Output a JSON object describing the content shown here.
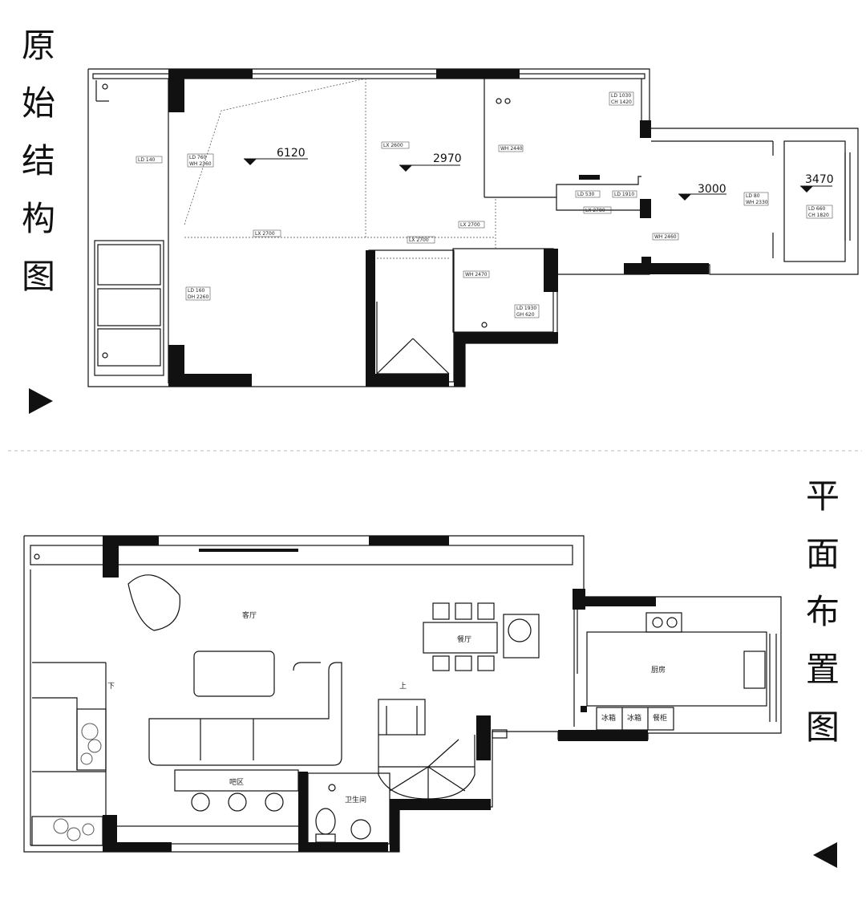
{
  "top_title": [
    "原",
    "始",
    "结",
    "构",
    "图"
  ],
  "bottom_title": [
    "平",
    "面",
    "布",
    "置",
    "图"
  ],
  "heights": [
    "6120",
    "2970",
    "3000",
    "3470"
  ],
  "rooms": {
    "living": "客厅",
    "dining": "餐厅",
    "kitchen": "厨房",
    "bath": "卫生间",
    "bar": "吧区",
    "fridge1": "冰箱",
    "fridge2": "冰箱",
    "cabinet": "餐柜",
    "up": "上",
    "down": "下"
  },
  "tags": {
    "ld140": "LD  140",
    "ld760": "LD   760",
    "wh2360": "WH  2360",
    "lx2600": "LX  2600",
    "wh2440": "WH  2440",
    "ld1030": "LD  1030",
    "ch1420": "CH  1420",
    "ld530": "LD   530",
    "ld1910": "LD  1910",
    "lx2780": "LX  2780",
    "ld80": "LD    80",
    "wh2330": "WH  2330",
    "ld660": "LD   660",
    "ch1820": "CH  1820",
    "lx2700a": "LX  2700",
    "lx2700b": "LX  2700",
    "lx2700c": "LX  2700",
    "wh2460": "WH  2460",
    "ld160": "LD   160",
    "dh2260": "DH  2260",
    "wh2470": "WH  2470",
    "ld1930": "LD  1930",
    "gh620": "GH   620"
  }
}
